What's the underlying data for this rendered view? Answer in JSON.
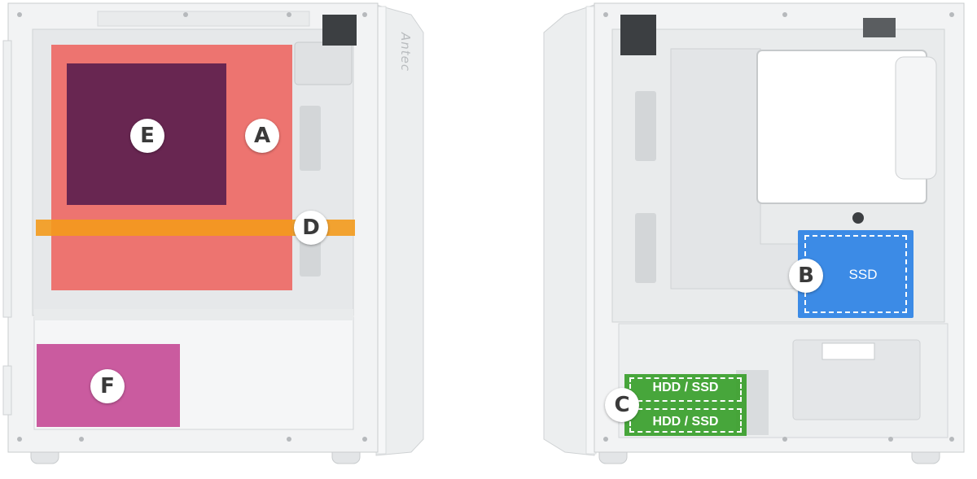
{
  "brand": "Antec",
  "zones": {
    "A": {
      "letter": "A",
      "color": "#ee5a55"
    },
    "B": {
      "letter": "B",
      "color": "#2f84e6",
      "text": "SSD"
    },
    "C": {
      "letter": "C",
      "color": "#3aa02c",
      "slots": [
        "HDD / SSD",
        "HDD / SSD"
      ]
    },
    "D": {
      "letter": "D",
      "color": "#f39a1c"
    },
    "E": {
      "letter": "E",
      "color": "#5c1f4e"
    },
    "F": {
      "letter": "F",
      "color": "#c23f8f"
    }
  },
  "colors": {
    "case_body": "#eef0f1",
    "case_edge": "#d6d9db",
    "case_shadow": "#c9ccce"
  }
}
